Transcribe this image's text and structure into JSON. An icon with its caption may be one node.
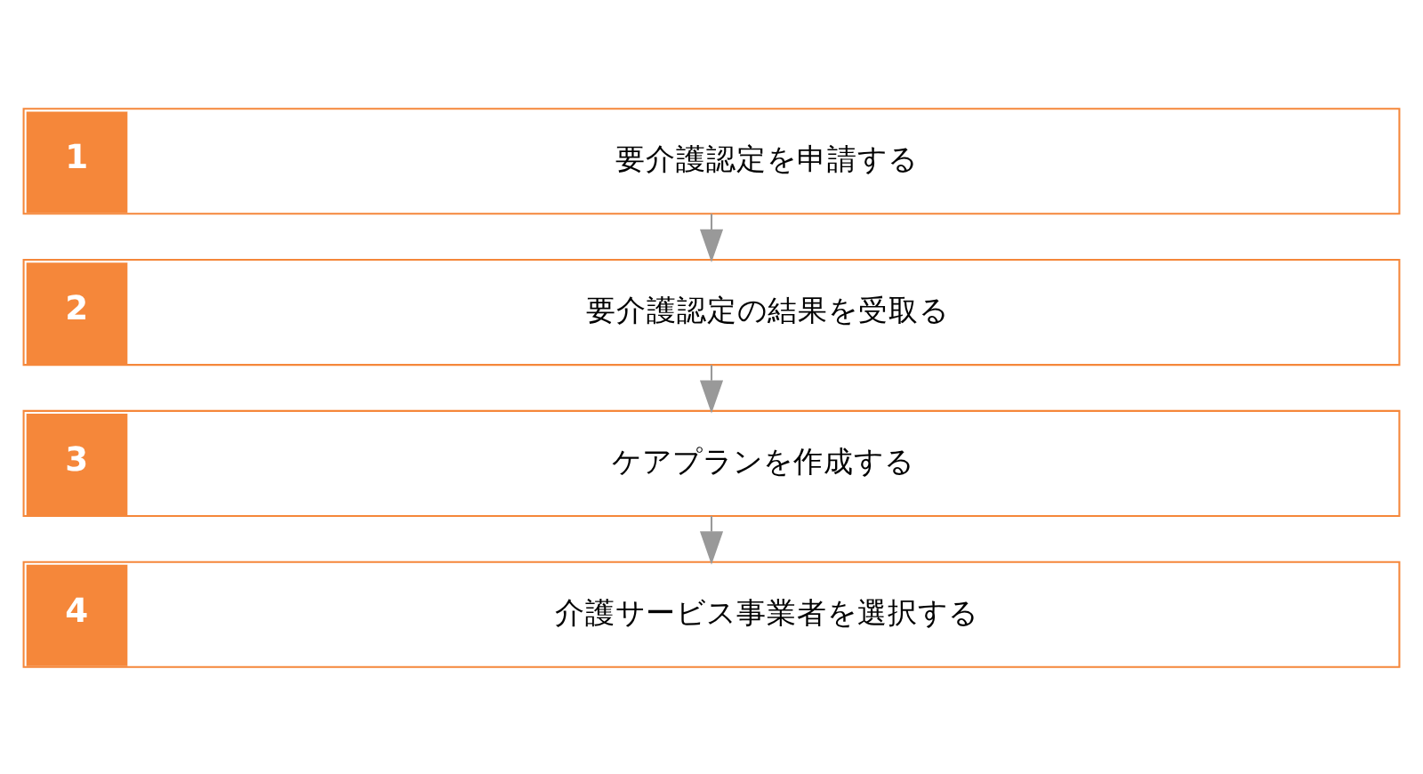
{
  "diagram": {
    "nodes": [
      {
        "text": [
          "1",
          "要介護認定を申請する"
        ]
      },
      {
        "text": [
          "2",
          "要介護認定の結果を受取る"
        ]
      },
      {
        "text": [
          "3",
          "ケアプランを作成する"
        ]
      },
      {
        "text": [
          "4",
          "介護サービス事業者を選択する"
        ]
      }
    ],
    "edges": [
      {
        "from": 0,
        "to": 1,
        "arrow": "to"
      },
      {
        "from": 1,
        "to": 2,
        "arrow": "to"
      },
      {
        "from": 2,
        "to": 3,
        "arrow": "to"
      }
    ]
  }
}
